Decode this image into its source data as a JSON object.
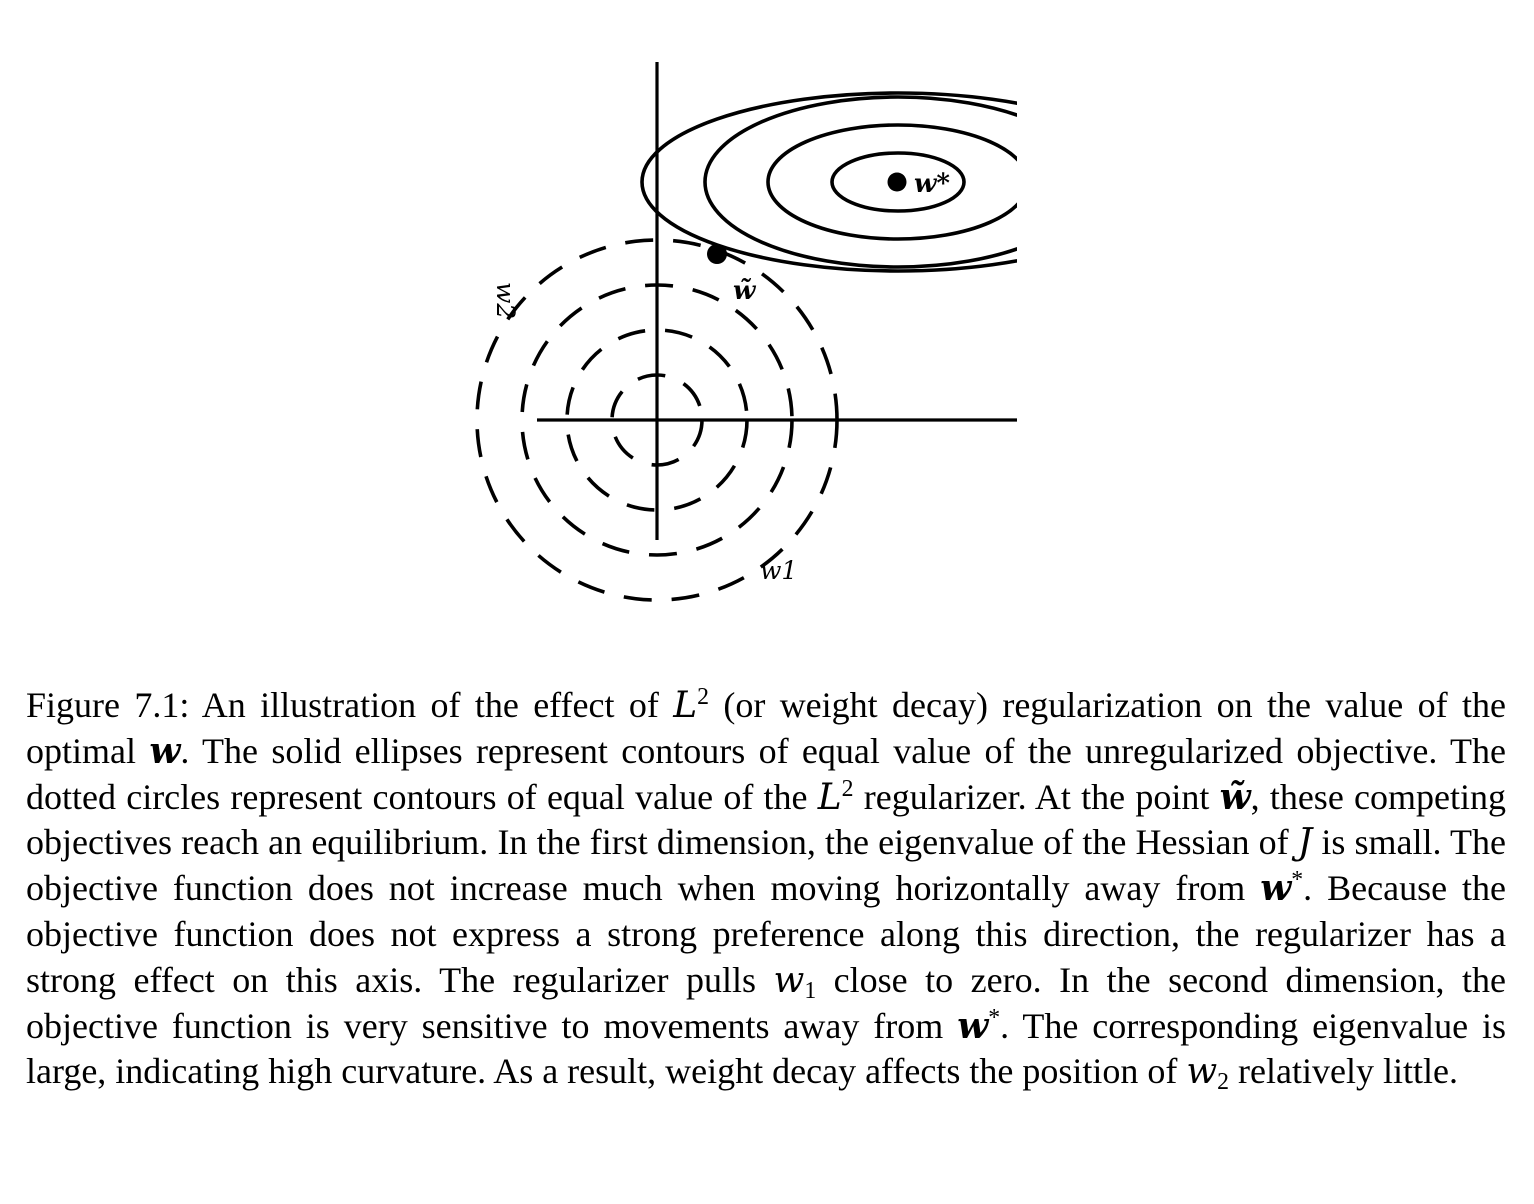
{
  "figure": {
    "labels": {
      "w_star": "w*",
      "w_tilde": "w̃",
      "x_axis": "w1",
      "y_axis": "w2"
    }
  },
  "caption": {
    "prefix": "Figure 7.1: An illustration of the effect of ",
    "L": "L",
    "sup2": "2",
    "part1": " (or weight decay) regularization on the value of the optimal ",
    "w": "w",
    "part2": ". The solid ellipses represent contours of equal value of the unregularized objective. The dotted circles represent contours of equal value of the ",
    "part3": " regularizer. At the point ",
    "w_tilde": "w̃",
    "part4": ", these competing objectives reach an equilibrium. In the first dimension, the eigenvalue of the Hessian of ",
    "J": "J",
    "part5": " is small. The objective function does not increase much when moving horizontally away from ",
    "star": "*",
    "part6": ". Because the objective function does not express a strong preference along this direction, the regularizer has a strong effect on this axis. The regularizer pulls ",
    "w_sym": "w",
    "sub1": "1",
    "part7": " close to zero. In the second dimension, the objective function is very sensitive to movements away from ",
    "part8": ". The corresponding eigenvalue is large, indicating high curvature. As a result, weight decay affects the position of ",
    "sub2": "2",
    "part9": " relatively little."
  }
}
